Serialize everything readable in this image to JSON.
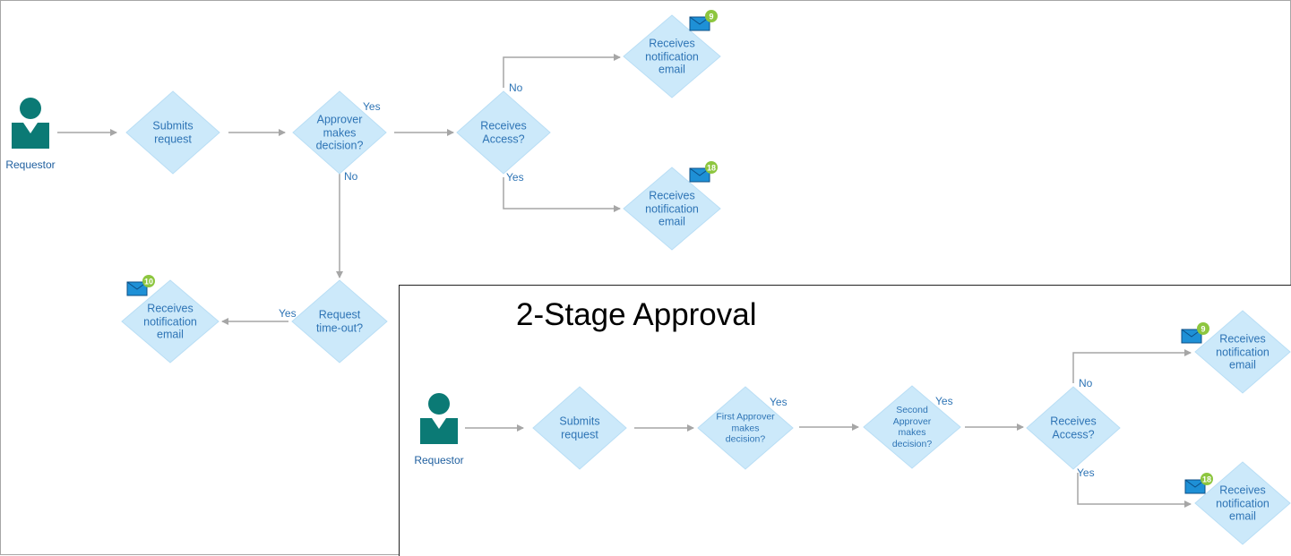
{
  "actors": {
    "requestor_a": "Requestor",
    "requestor_b": "Requestor"
  },
  "flow1": {
    "submits": "Submits\nrequest",
    "approver": "Approver\nmakes\ndecision?",
    "access": "Receives\nAccess?",
    "timeout": "Request\ntime-out?",
    "notify_no": "Receives\nnotification\nemail",
    "notify_yes": "Receives\nnotification\nemail",
    "notify_timeout": "Receives\nnotification\nemail",
    "label_approver_yes": "Yes",
    "label_approver_no": "No",
    "label_access_no": "No",
    "label_access_yes": "Yes",
    "label_timeout_yes": "Yes",
    "badge_no": "9",
    "badge_yes": "18",
    "badge_timeout": "10"
  },
  "flow2": {
    "title": "2-Stage Approval",
    "submits": "Submits\nrequest",
    "first": "First Approver\nmakes\ndecision?",
    "second": "Second\nApprover\nmakes\ndecision?",
    "access": "Receives\nAccess?",
    "notify_no": "Receives\nnotification\nemail",
    "notify_yes": "Receives\nnotification\nemail",
    "label_first_yes": "Yes",
    "label_second_yes": "Yes",
    "label_access_no": "No",
    "label_access_yes": "Yes",
    "badge_no": "9",
    "badge_yes": "18"
  },
  "colors": {
    "diamond_fill": "#cce9fa",
    "diamond_stroke": "#b9def5",
    "text": "#2e74b5",
    "actor": "#0b7a75",
    "connector": "#a6a6a6",
    "envelope": "#1e90d6",
    "badge": "#8dc63f"
  },
  "icons": {
    "actor": "person-icon",
    "mail": "envelope-icon",
    "badge": "count-badge"
  }
}
